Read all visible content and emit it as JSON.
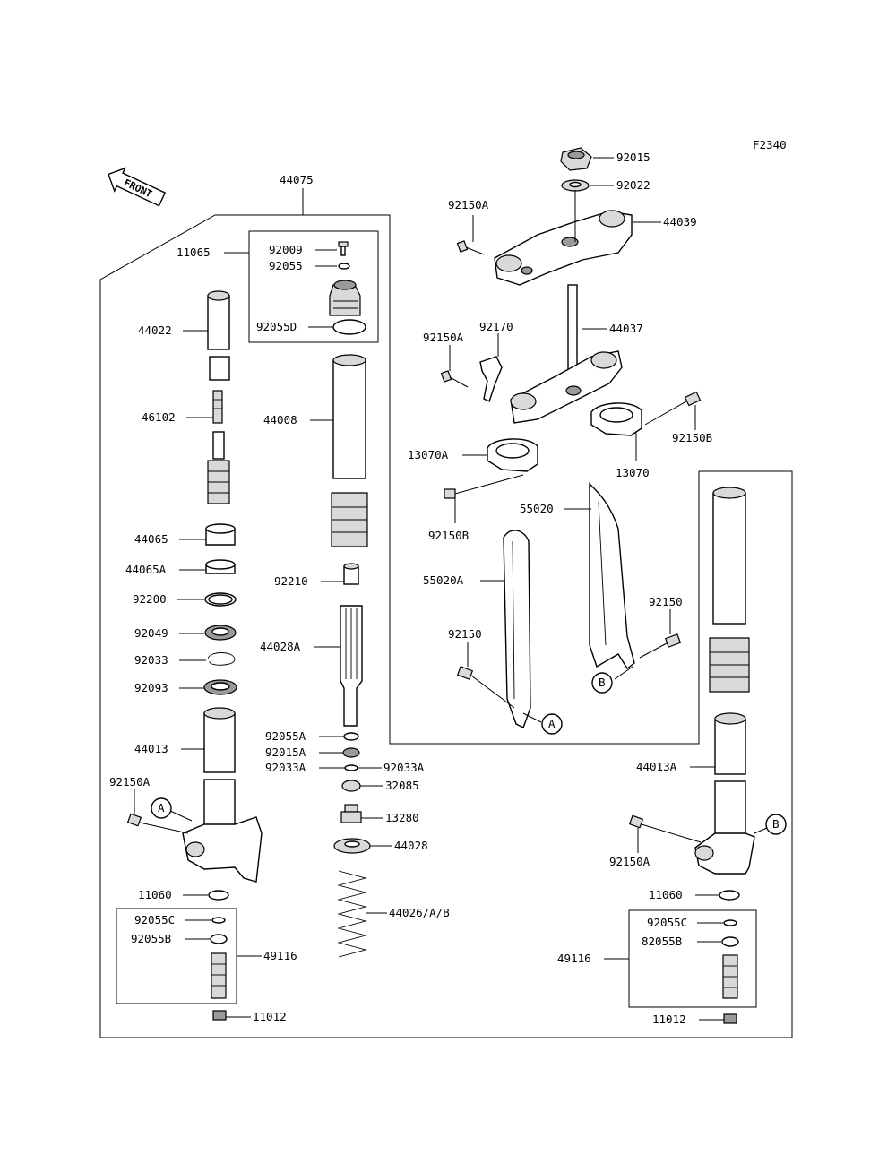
{
  "figure_code": "F2340",
  "front_label": "FRONT",
  "part_labels": {
    "p92015": "92015",
    "p92022": "92022",
    "p44039": "44039",
    "p92150A_top": "92150A",
    "p44075": "44075",
    "p11065": "11065",
    "p92009": "92009",
    "p92055": "92055",
    "p92055D": "92055D",
    "p44022": "44022",
    "p92150A_mid": "92150A",
    "p92170": "92170",
    "p44037": "44037",
    "p44008": "44008",
    "p46102": "46102",
    "p92150B_right": "92150B",
    "p13070A": "13070A",
    "p13070": "13070",
    "p55020": "55020",
    "p92150B_left": "92150B",
    "p44065": "44065",
    "p44065A": "44065A",
    "p55020A": "55020A",
    "p92210": "92210",
    "p92200": "92200",
    "p92150_right": "92150",
    "p92049": "92049",
    "p92150_left": "92150",
    "p44028A": "44028A",
    "p92033": "92033",
    "p92093": "92093",
    "p92055A": "92055A",
    "p44013": "44013",
    "p92015A": "92015A",
    "p92033A_left": "92033A",
    "p92033A_right": "92033A",
    "p44013A": "44013A",
    "p32085": "32085",
    "p92150A_left": "92150A",
    "p13280": "13280",
    "p92150A_right": "92150A",
    "p44028": "44028",
    "p11060_left": "11060",
    "p11060_right": "11060",
    "p44026": "44026/A/B",
    "p92055C_left": "92055C",
    "p92055C_right": "92055C",
    "p92055B_left": "92055B",
    "p92055B_right": "82055B",
    "p49116_left": "49116",
    "p49116_right": "49116",
    "p11012_left": "11012",
    "p11012_right": "11012"
  },
  "callouts": {
    "a_left": "A",
    "a_right": "A",
    "b_left": "B",
    "b_right": "B"
  }
}
